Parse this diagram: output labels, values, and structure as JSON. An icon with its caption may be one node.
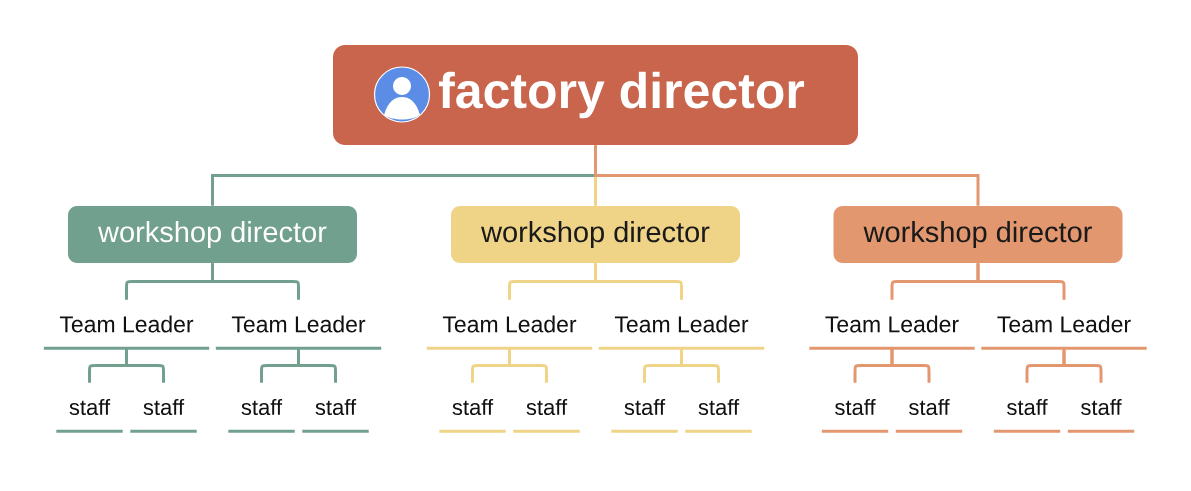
{
  "diagram": {
    "nodes": [
      {
        "text": [
          "factory director"
        ]
      },
      {
        "text": [
          "workshop director"
        ]
      },
      {
        "text": [
          "workshop director"
        ]
      },
      {
        "text": [
          "workshop director"
        ]
      },
      {
        "text": [
          "Team Leader"
        ]
      },
      {
        "text": [
          "Team Leader"
        ]
      },
      {
        "text": [
          "Team Leader"
        ]
      },
      {
        "text": [
          "Team Leader"
        ]
      },
      {
        "text": [
          "Team Leader"
        ]
      },
      {
        "text": [
          "Team Leader"
        ]
      },
      {
        "text": [
          "staff"
        ]
      },
      {
        "text": [
          "staff"
        ]
      },
      {
        "text": [
          "staff"
        ]
      },
      {
        "text": [
          "staff"
        ]
      },
      {
        "text": [
          "staff"
        ]
      },
      {
        "text": [
          "staff"
        ]
      },
      {
        "text": [
          "staff"
        ]
      },
      {
        "text": [
          "staff"
        ]
      },
      {
        "text": [
          "staff"
        ]
      },
      {
        "text": [
          "staff"
        ]
      },
      {
        "text": [
          "staff"
        ]
      },
      {
        "text": [
          "staff"
        ]
      }
    ],
    "edges": [
      {
        "from": 0,
        "to": 1,
        "arrow": "none",
        "color": "#72a08e"
      },
      {
        "from": 0,
        "to": 2,
        "arrow": "none",
        "color": "#efd487"
      },
      {
        "from": 0,
        "to": 3,
        "arrow": "none",
        "color": "#e3976f"
      },
      {
        "from": 1,
        "to": 4,
        "arrow": "none",
        "color": "#72a08e"
      },
      {
        "from": 1,
        "to": 5,
        "arrow": "none",
        "color": "#72a08e"
      },
      {
        "from": 2,
        "to": 6,
        "arrow": "none",
        "color": "#efd487"
      },
      {
        "from": 2,
        "to": 7,
        "arrow": "none",
        "color": "#efd487"
      },
      {
        "from": 3,
        "to": 8,
        "arrow": "none",
        "color": "#e3976f"
      },
      {
        "from": 3,
        "to": 9,
        "arrow": "none",
        "color": "#e3976f"
      },
      {
        "from": 4,
        "to": 10,
        "arrow": "none",
        "color": "#72a08e"
      },
      {
        "from": 4,
        "to": 11,
        "arrow": "none",
        "color": "#72a08e"
      },
      {
        "from": 5,
        "to": 12,
        "arrow": "none",
        "color": "#72a08e"
      },
      {
        "from": 5,
        "to": 13,
        "arrow": "none",
        "color": "#72a08e"
      },
      {
        "from": 6,
        "to": 14,
        "arrow": "none",
        "color": "#efd487"
      },
      {
        "from": 6,
        "to": 15,
        "arrow": "none",
        "color": "#efd487"
      },
      {
        "from": 7,
        "to": 16,
        "arrow": "none",
        "color": "#efd487"
      },
      {
        "from": 7,
        "to": 17,
        "arrow": "none",
        "color": "#efd487"
      },
      {
        "from": 8,
        "to": 18,
        "arrow": "none",
        "color": "#e3976f"
      },
      {
        "from": 8,
        "to": 19,
        "arrow": "none",
        "color": "#e3976f"
      },
      {
        "from": 9,
        "to": 20,
        "arrow": "none",
        "color": "#e3976f"
      },
      {
        "from": 9,
        "to": 21,
        "arrow": "none",
        "color": "#e3976f"
      }
    ]
  }
}
